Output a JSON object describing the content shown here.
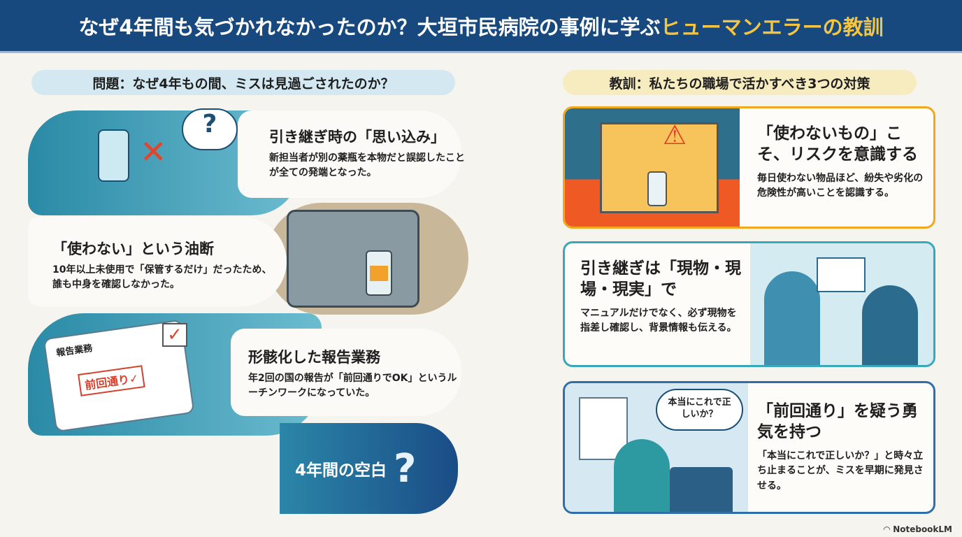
{
  "title": {
    "main": "なぜ4年間も気づかれなかったのか？大垣市民病院の事例に学ぶ",
    "highlight": "ヒューマンエラーの教訓"
  },
  "left": {
    "heading": "問題：なぜ4年もの間、ミスは見過ごされたのか？",
    "items": [
      {
        "title": "引き継ぎ時の「思い込み」",
        "body": "新担当者が別の薬瓶を本物だと誤認したことが全ての発端となった。"
      },
      {
        "title": "「使わない」という油断",
        "body": "10年以上未使用で「保管するだけ」だったため、誰も中身を確認しなかった。"
      },
      {
        "title": "形骸化した報告業務",
        "body": "年2回の国の報告が「前回通りでOK」というルーチンワークになっていた。"
      }
    ],
    "illustration_labels": {
      "report_doc": "報告業務",
      "stamp": "前回通り✓",
      "thought": "?"
    },
    "conclusion": "4年間の空白",
    "conclusion_icon": "?"
  },
  "right": {
    "heading": "教訓：私たちの職場で活かすべき3つの対策",
    "cards": [
      {
        "title": "「使わないもの」こそ、リスクを意識する",
        "body": "毎日使わない物品ほど、紛失や劣化の危険性が高いことを認識する。",
        "color": "#f0a91e"
      },
      {
        "title": "引き継ぎは「現物・現場・現実」で",
        "body": "マニュアルだけでなく、必ず現物を指差し確認し、背景情報も伝える。",
        "color": "#3aa7b8"
      },
      {
        "title": "「前回通り」を疑う勇気を持つ",
        "body": "「本当にこれで正しいか？」と時々立ち止まることが、ミスを早期に発見させる。",
        "color": "#2f6ea8",
        "bubble": "本当にこれで正しいか？"
      }
    ]
  },
  "footer": "NotebookLM"
}
